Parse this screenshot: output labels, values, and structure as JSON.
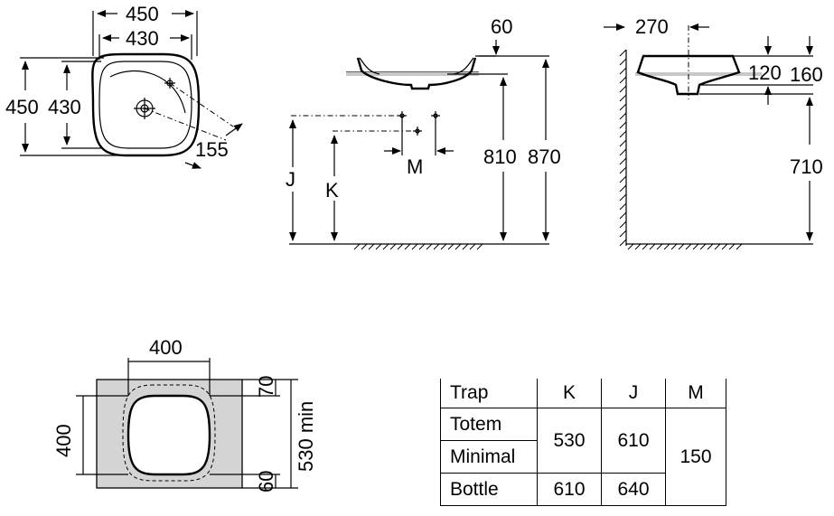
{
  "top_view": {
    "dim_width_outer": "450",
    "dim_width_inner": "430",
    "dim_height_outer": "450",
    "dim_height_inner": "430",
    "dim_tap_offset": "155"
  },
  "front_view": {
    "dim_rim": "60",
    "dim_j": "J",
    "dim_k": "K",
    "dim_m": "M",
    "dim_810": "810",
    "dim_870": "870"
  },
  "side_view": {
    "dim_270": "270",
    "dim_120": "120",
    "dim_160": "160",
    "dim_710": "710"
  },
  "cutout_view": {
    "dim_width": "400",
    "dim_height": "400",
    "dim_top": "70",
    "dim_bottom": "60",
    "dim_depth_min": "530 min"
  },
  "trap_table": {
    "headers": [
      "Trap",
      "K",
      "J",
      "M"
    ],
    "totem": "Totem",
    "minimal": "Minimal",
    "bottle": "Bottle",
    "k_totem_minimal": "530",
    "j_totem_minimal": "610",
    "m_value": "150",
    "k_bottle": "610",
    "j_bottle": "640"
  }
}
